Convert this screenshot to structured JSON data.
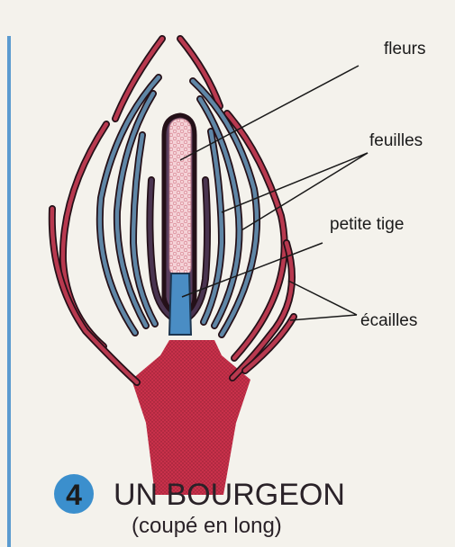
{
  "labels": {
    "flowers": "fleurs",
    "leaves": "feuilles",
    "stem": "petite tige",
    "scales": "écailles"
  },
  "caption": {
    "number": "4",
    "title": "UN BOURGEON",
    "subtitle": "(coupé en long)"
  },
  "colors": {
    "background": "#f4f2ec",
    "scale_red": "#b8394f",
    "leaf_blue": "#5f86a6",
    "inner_purple": "#4a3450",
    "flower_pink": "#f2c4cc",
    "stem_blue": "#4a8dc4",
    "base_red": "#c8304a",
    "badge_blue": "#3b8fcd",
    "border_blue": "#5b9bd0"
  }
}
